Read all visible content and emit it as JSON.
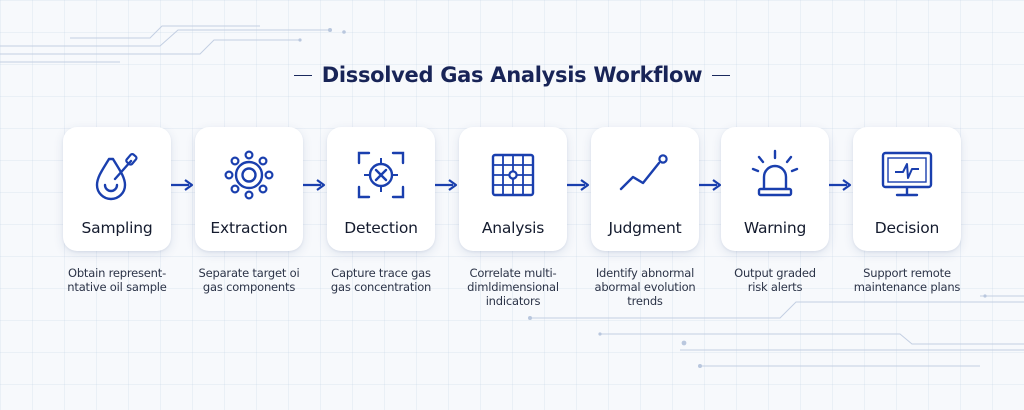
{
  "title": "Dissolved Gas Analysis Workflow",
  "colors": {
    "accent": "#1a3fae",
    "title": "#182457",
    "card": "#ffffff"
  },
  "steps": [
    {
      "label": "Sampling",
      "icon": "oil-drop-pipette-icon",
      "desc": [
        "Obtain represent-",
        "ntative oil sample"
      ]
    },
    {
      "label": "Extraction",
      "icon": "gas-molecule-icon",
      "desc": [
        "Separate target oi",
        "gas components"
      ]
    },
    {
      "label": "Detection",
      "icon": "sensor-scan-icon",
      "desc": [
        "Capture trace gas",
        "gas concentration"
      ]
    },
    {
      "label": "Analysis",
      "icon": "data-grid-icon",
      "desc": [
        "Correlate multi-",
        "dimldimensional",
        "indicators"
      ]
    },
    {
      "label": "Judgment",
      "icon": "trend-line-icon",
      "desc": [
        "Identify abnormal",
        "abormal evolution",
        "trends"
      ]
    },
    {
      "label": "Warning",
      "icon": "alarm-beacon-icon",
      "desc": [
        "Output graded",
        "risk alerts"
      ]
    },
    {
      "label": "Decision",
      "icon": "monitor-pulse-icon",
      "desc": [
        "Support remote",
        "maintenance plans"
      ]
    }
  ]
}
